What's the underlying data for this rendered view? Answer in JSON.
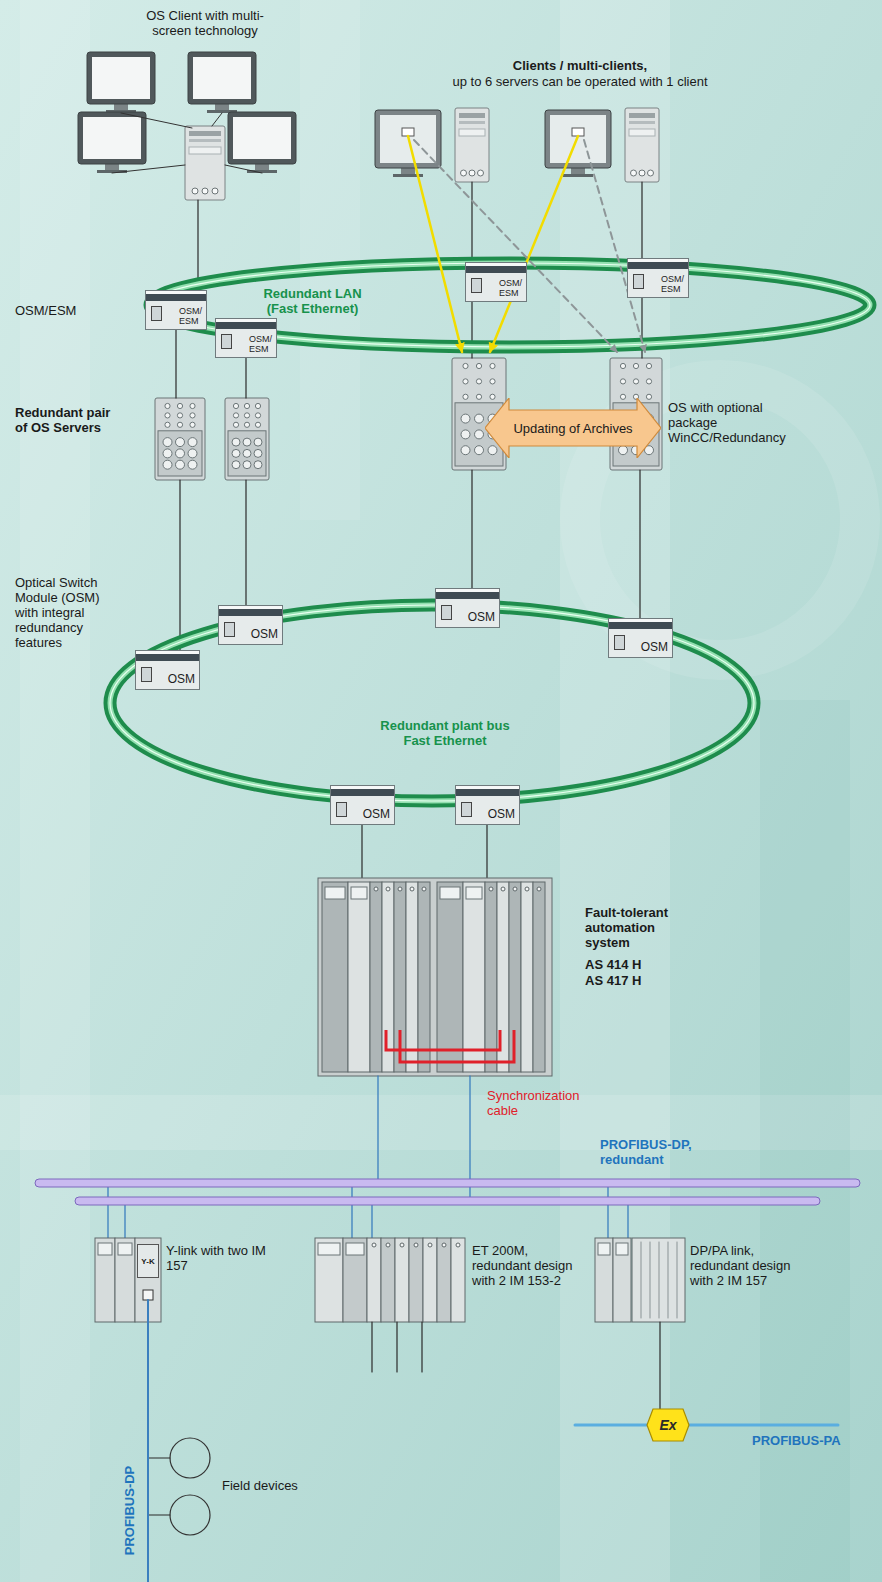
{
  "diagram": {
    "nodes": [
      {
        "text": [
          "OSM/ ESM"
        ]
      },
      {
        "text": [
          "OSM/ ESM"
        ]
      },
      {
        "text": [
          "OSM/ ESM"
        ]
      },
      {
        "text": [
          "OSM/ ESM"
        ]
      },
      {
        "text": [
          "Updating of Archives"
        ]
      },
      {
        "text": [
          "OSM"
        ]
      },
      {
        "text": [
          "OSM"
        ]
      },
      {
        "text": [
          "OSM"
        ]
      },
      {
        "text": [
          "OSM"
        ]
      },
      {
        "text": [
          "OSM"
        ]
      },
      {
        "text": [
          "OSM"
        ]
      },
      {
        "text": [
          "Y-K"
        ]
      },
      {
        "text": [
          "Ex"
        ]
      }
    ],
    "labels": [
      "OS Client with multi-screen technology",
      "Clients / multi-clients,",
      "up to 6 servers can be operated with 1 client",
      "Redundant LAN (Fast Ethernet)",
      "OSM/ESM",
      "Redundant pair of OS Servers",
      "OS with optional package WinCC/Redundancy",
      "Optical Switch Module (OSM) with integral redundancy features",
      "Redundant plant bus Fast Ethernet",
      "Fault-tolerant automation system",
      "AS 414 H",
      "AS 417 H",
      "Synchronization cable",
      "PROFIBUS-DP, redundant",
      "Y-link with two IM 157",
      "ET 200M, redundant design with 2 IM 153-2",
      "DP/PA link, redundant design with 2 IM 157",
      "PROFIBUS-PA",
      "PROFIBUS-DP",
      "Field devices"
    ]
  }
}
